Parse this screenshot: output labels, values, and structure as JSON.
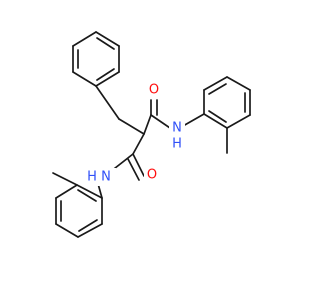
{
  "colors": {
    "background": "#ffffff",
    "carbon_bond": "#1a1a1a",
    "oxygen": "#ff0d0d",
    "nitrogen": "#3050f8"
  },
  "atoms": [
    {
      "id": "o1",
      "element": "O",
      "label": "O"
    },
    {
      "id": "n1",
      "element": "N",
      "label": "N",
      "hydrogen": "H"
    },
    {
      "id": "o2",
      "element": "O",
      "label": "O"
    },
    {
      "id": "n2",
      "element": "N",
      "label": "N",
      "hydrogen": "H"
    }
  ]
}
